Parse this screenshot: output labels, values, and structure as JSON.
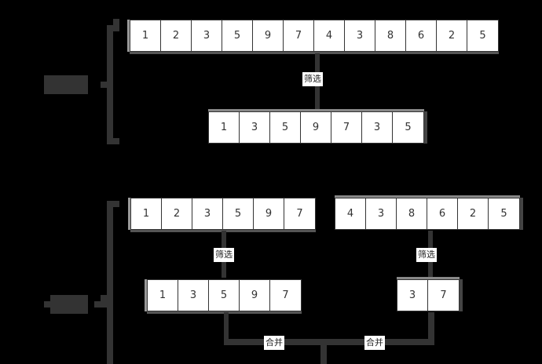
{
  "diagram": {
    "top": {
      "label": "",
      "source_array": [
        1,
        2,
        3,
        5,
        9,
        7,
        4,
        3,
        8,
        6,
        2,
        5
      ],
      "filter_label": "筛选",
      "filtered_array": [
        1,
        3,
        5,
        9,
        7,
        3,
        5
      ]
    },
    "bottom": {
      "label": "",
      "left_half": [
        1,
        2,
        3,
        5,
        9,
        7
      ],
      "right_half": [
        4,
        3,
        8,
        6,
        2,
        5
      ],
      "left_filter_label": "筛选",
      "right_filter_label": "筛选",
      "left_filtered": [
        1,
        3,
        5,
        9,
        7
      ],
      "right_filtered": [
        3,
        7
      ],
      "merge_label_left": "合并",
      "merge_label_right": "合并"
    }
  },
  "colors": {
    "background": "#000000",
    "connector": "#333333",
    "cell_fill": "#ffffff",
    "cell_text": "#333333"
  }
}
